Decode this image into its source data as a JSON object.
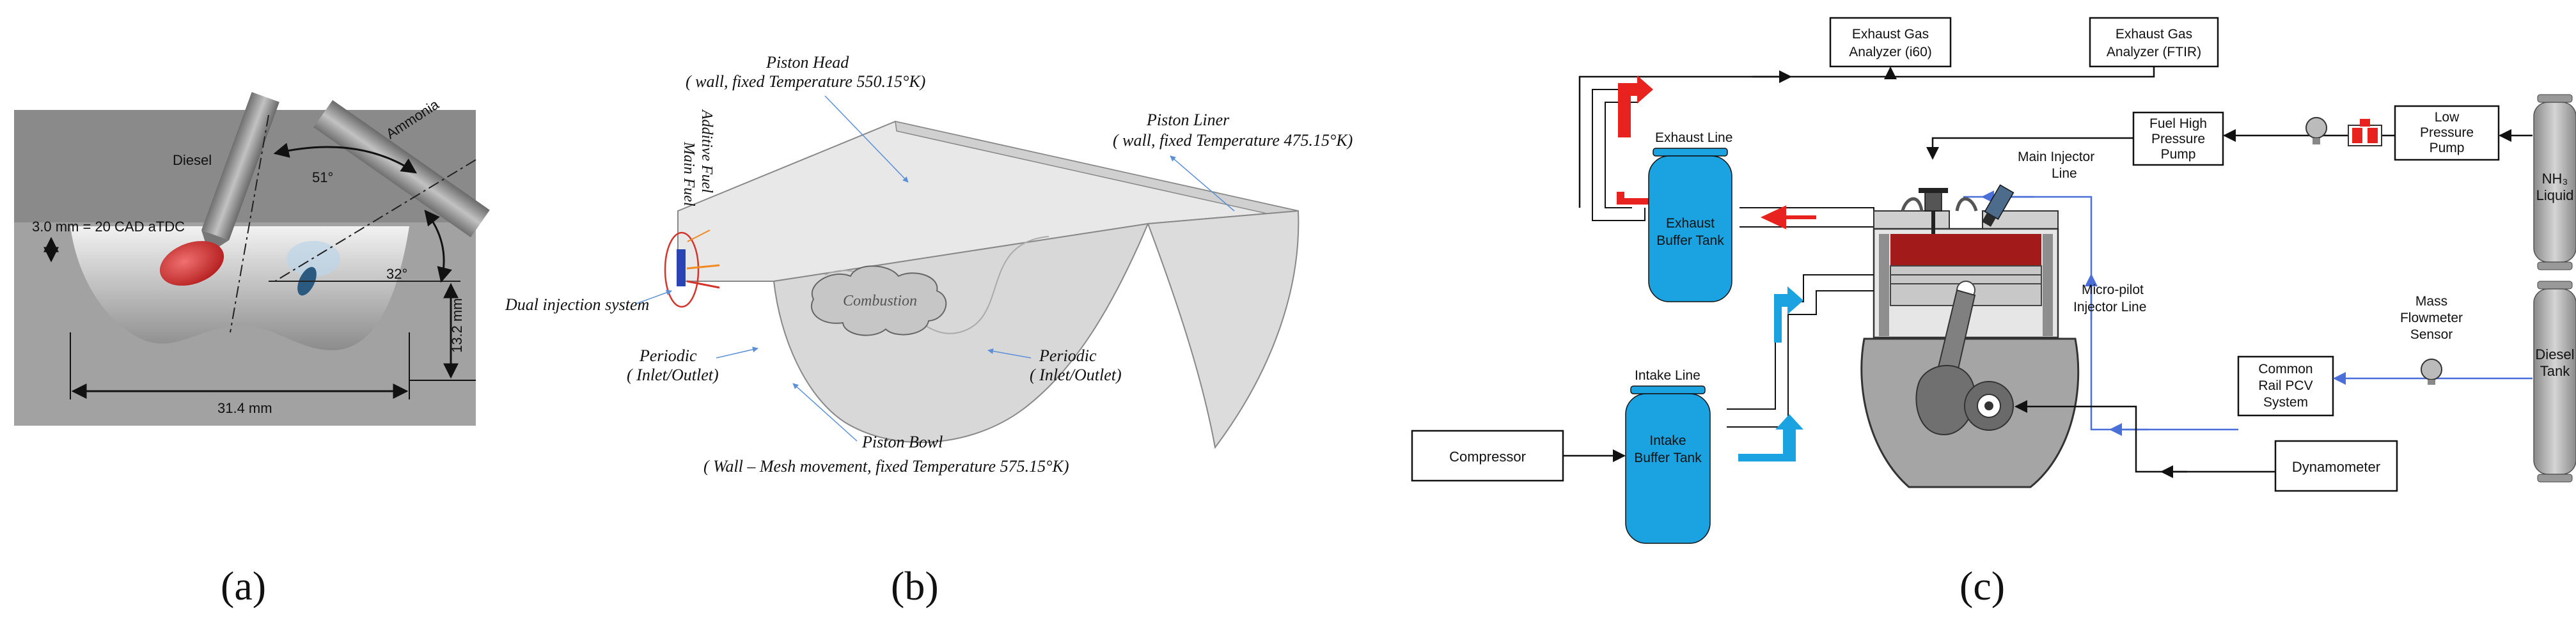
{
  "panel_a": {
    "caption": "(a)",
    "diesel_label": "Diesel",
    "ammonia_label": "Ammonia",
    "angle_51": "51°",
    "angle_32": "32°",
    "offset_label": "3.0 mm = 20 CAD aTDC",
    "depth_label": "13.2 mm",
    "width_label": "31.4 mm"
  },
  "panel_b": {
    "caption": "(b)",
    "piston_head_title": "Piston Head",
    "piston_head_detail": "( wall, fixed Temperature 550.15°K)",
    "piston_liner_title": "Piston Liner",
    "piston_liner_detail": "( wall, fixed Temperature 475.15°K)",
    "additive_fuel": "Additive Fuel",
    "main_fuel": "Main Fuel",
    "dual_injection": "Dual injection system",
    "combustion": "Combustion",
    "periodic_left_1": "Periodic",
    "periodic_left_2": "( Inlet/Outlet)",
    "periodic_right_1": "Periodic",
    "periodic_right_2": "( Inlet/Outlet)",
    "piston_bowl_title": "Piston Bowl",
    "piston_bowl_detail": "( Wall – Mesh movement, fixed Temperature 575.15°K)"
  },
  "panel_c": {
    "caption": "(c)",
    "analyzer_i60": [
      "Exhaust Gas",
      "Analyzer (i60)"
    ],
    "analyzer_ftir": [
      "Exhaust Gas",
      "Analyzer (FTIR)"
    ],
    "fuel_pump": [
      "Fuel High",
      "Pressure",
      "Pump"
    ],
    "low_pump": [
      "Low",
      "Pressure",
      "Pump"
    ],
    "nh3_tank": [
      "NH₃",
      "Liquid"
    ],
    "exhaust_line": "Exhaust Line",
    "exhaust_tank": [
      "Exhaust",
      "Buffer Tank"
    ],
    "main_injector_line": [
      "Main Injector",
      "Line"
    ],
    "micro_pilot_line": [
      "Micro-pilot",
      "Injector Line"
    ],
    "mass_flowmeter": [
      "Mass",
      "Flowmeter",
      "Sensor"
    ],
    "diesel_tank": [
      "Diesel",
      "Tank"
    ],
    "common_rail": [
      "Common",
      "Rail PCV",
      "System"
    ],
    "intake_line": "Intake Line",
    "intake_tank": [
      "Intake",
      "Buffer Tank"
    ],
    "compressor": "Compressor",
    "dynamometer": "Dynamometer"
  },
  "colors": {
    "tank_blue": "#1aa3e0",
    "exhaust_red": "#e8231f",
    "intake_cyan": "#1aa3e0",
    "pilot_line_blue": "#4a6fd8",
    "cylinder_red": "#a31a1a"
  }
}
